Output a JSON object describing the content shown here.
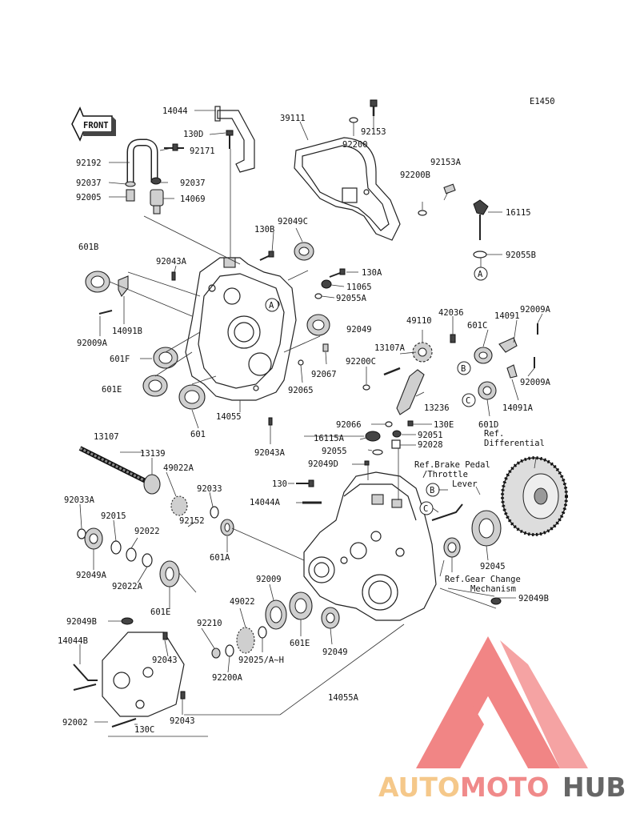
{
  "code": "E1450",
  "front_label": "FRONT",
  "watermark": {
    "auto": "AUTO",
    "moto": "MOTO",
    "hub": "HUB",
    "color_auto": "#f5c88a",
    "color_moto": "#f08a8a",
    "color_hub": "#666666",
    "logo_color": "#f07878"
  },
  "labels": [
    {
      "id": "14044",
      "text": "14044"
    },
    {
      "id": "39111",
      "text": "39111"
    },
    {
      "id": "92153",
      "text": "92153"
    },
    {
      "id": "130D",
      "text": "130D"
    },
    {
      "id": "92200a",
      "text": "92200"
    },
    {
      "id": "92171",
      "text": "92171"
    },
    {
      "id": "92192",
      "text": "92192"
    },
    {
      "id": "92037a",
      "text": "92037"
    },
    {
      "id": "92037b",
      "text": "92037"
    },
    {
      "id": "92005",
      "text": "92005"
    },
    {
      "id": "14069",
      "text": "14069"
    },
    {
      "id": "92153A",
      "text": "92153A"
    },
    {
      "id": "92200B",
      "text": "92200B"
    },
    {
      "id": "16115",
      "text": "16115"
    },
    {
      "id": "92055B",
      "text": "92055B"
    },
    {
      "id": "130B",
      "text": "130B"
    },
    {
      "id": "92049C",
      "text": "92049C"
    },
    {
      "id": "601B",
      "text": "601B"
    },
    {
      "id": "92043A_1",
      "text": "92043A"
    },
    {
      "id": "130A",
      "text": "130A"
    },
    {
      "id": "11065",
      "text": "11065"
    },
    {
      "id": "92055A",
      "text": "92055A"
    },
    {
      "id": "14091B",
      "text": "14091B"
    },
    {
      "id": "92009A_1",
      "text": "92009A"
    },
    {
      "id": "92049_1",
      "text": "92049"
    },
    {
      "id": "42036",
      "text": "42036"
    },
    {
      "id": "92009A_2",
      "text": "92009A"
    },
    {
      "id": "49110",
      "text": "49110"
    },
    {
      "id": "601C",
      "text": "601C"
    },
    {
      "id": "14091",
      "text": "14091"
    },
    {
      "id": "601F",
      "text": "601F"
    },
    {
      "id": "13107A",
      "text": "13107A"
    },
    {
      "id": "92200C",
      "text": "92200C"
    },
    {
      "id": "92067",
      "text": "92067"
    },
    {
      "id": "92009A_3",
      "text": "92009A"
    },
    {
      "id": "601E_1",
      "text": "601E"
    },
    {
      "id": "92065",
      "text": "92065"
    },
    {
      "id": "14091A",
      "text": "14091A"
    },
    {
      "id": "13236",
      "text": "13236"
    },
    {
      "id": "14055",
      "text": "14055"
    },
    {
      "id": "601_1",
      "text": "601"
    },
    {
      "id": "92066",
      "text": "92066"
    },
    {
      "id": "130E",
      "text": "130E"
    },
    {
      "id": "601D",
      "text": "601D"
    },
    {
      "id": "16115A",
      "text": "16115A"
    },
    {
      "id": "92051",
      "text": "92051"
    },
    {
      "id": "92028",
      "text": "92028"
    },
    {
      "id": "92043A_2",
      "text": "92043A"
    },
    {
      "id": "13107",
      "text": "13107"
    },
    {
      "id": "13139",
      "text": "13139"
    },
    {
      "id": "49022A",
      "text": "49022A"
    },
    {
      "id": "92055",
      "text": "92055"
    },
    {
      "id": "92049D",
      "text": "92049D"
    },
    {
      "id": "130",
      "text": "130"
    },
    {
      "id": "14044A",
      "text": "14044A"
    },
    {
      "id": "92033A",
      "text": "92033A"
    },
    {
      "id": "92033",
      "text": "92033"
    },
    {
      "id": "92015",
      "text": "92015"
    },
    {
      "id": "92022",
      "text": "92022"
    },
    {
      "id": "92152",
      "text": "92152"
    },
    {
      "id": "601A",
      "text": "601A"
    },
    {
      "id": "92049A",
      "text": "92049A"
    },
    {
      "id": "92022A",
      "text": "92022A"
    },
    {
      "id": "601E_2",
      "text": "601E"
    },
    {
      "id": "92045",
      "text": "92045"
    },
    {
      "id": "92049B_1",
      "text": "92049B"
    },
    {
      "id": "92009",
      "text": "92009"
    },
    {
      "id": "49022",
      "text": "49022"
    },
    {
      "id": "92210",
      "text": "92210"
    },
    {
      "id": "601E_3",
      "text": "601E"
    },
    {
      "id": "92049_2",
      "text": "92049"
    },
    {
      "id": "92025",
      "text": "92025/A~H"
    },
    {
      "id": "92200A",
      "text": "92200A"
    },
    {
      "id": "92049B_2",
      "text": "92049B"
    },
    {
      "id": "14044B",
      "text": "14044B"
    },
    {
      "id": "92043",
      "text": "92043"
    },
    {
      "id": "92043_2",
      "text": "92043"
    },
    {
      "id": "14055A",
      "text": "14055A"
    },
    {
      "id": "92002",
      "text": "92002"
    },
    {
      "id": "130C",
      "text": "130C"
    }
  ],
  "refs": [
    {
      "id": "ref_diff",
      "lines": [
        "Ref.",
        "Differential"
      ]
    },
    {
      "id": "ref_brake",
      "lines": [
        "Ref.Brake Pedal",
        "/Throttle",
        "Lever"
      ]
    },
    {
      "id": "ref_gear",
      "lines": [
        "Ref.Gear Change",
        "Mechanism"
      ]
    }
  ],
  "callouts": [
    {
      "id": "A1",
      "text": "A"
    },
    {
      "id": "A2",
      "text": "A"
    },
    {
      "id": "B1",
      "text": "B"
    },
    {
      "id": "B2",
      "text": "B"
    },
    {
      "id": "C1",
      "text": "C"
    },
    {
      "id": "C2",
      "text": "C"
    }
  ]
}
